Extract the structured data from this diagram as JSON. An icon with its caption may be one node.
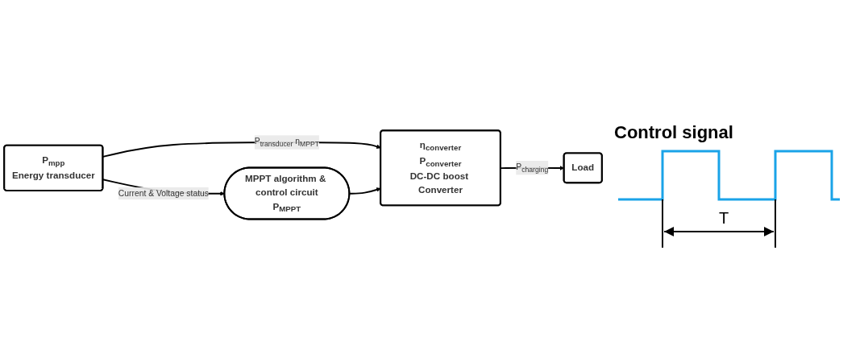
{
  "diagram": {
    "nodes": [
      {
        "text": [
          "P$_{mpp}$",
          "Energy transducer"
        ]
      },
      {
        "text": [
          "η$_{converter}$",
          "P$_{converter}$",
          "DC-DC boost Converter"
        ]
      },
      {
        "text": [
          "Load"
        ]
      },
      {
        "text": [
          "MPPT algorithm & control circuit",
          "P$_{MPPT}$"
        ]
      }
    ],
    "edges": [
      {
        "from": 0,
        "to": 1,
        "arrow": "to",
        "label": "P$_{transducer}$ η$_{MPPT}$"
      },
      {
        "from": 1,
        "to": 2,
        "arrow": "to",
        "label": "P$_{charging}$"
      },
      {
        "from": 0,
        "to": 3,
        "arrow": "to",
        "label": "Current & Voltage status"
      },
      {
        "from": 3,
        "to": 1,
        "arrow": "to"
      }
    ],
    "labels": [
      "Control signal",
      "T"
    ]
  }
}
